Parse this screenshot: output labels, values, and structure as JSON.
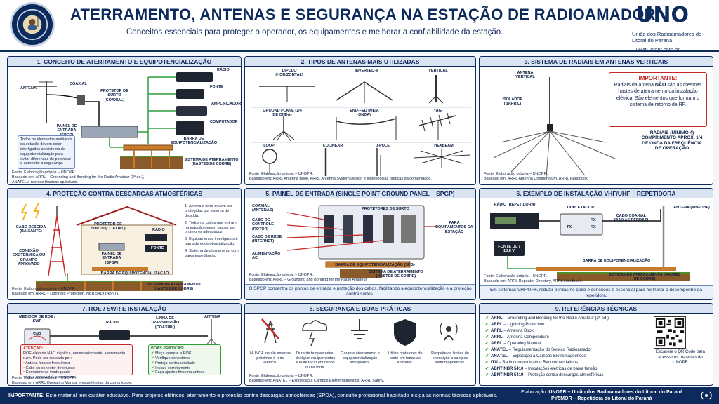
{
  "header": {
    "logo_text": "UNIÃO DOS RADIOAMADORES DO LITORAL DO PARANÁ",
    "title": "ATERRAMENTO, ANTENAS E SEGURANÇA NA ESTAÇÃO DE RADIOAMADOR",
    "subtitle": "Conceitos essenciais para proteger o operador, os equipamentos e melhorar a confiabilidade da estação.",
    "brand": "UNO",
    "brand_sub1": "União dos Radioamadores do",
    "brand_sub2": "Litoral do Paraná",
    "brand_url": "www.unopr.com.br"
  },
  "p1": {
    "title": "1. CONCEITO DE ATERRAMENTO E EQUIPOTENCIALIZAÇÃO",
    "antena": "ANTENA",
    "coaxial": "COAXIAL",
    "protetor": "PROTETOR DE SURTO (COAXIAL)",
    "radio": "RÁDIO",
    "fonte": "FONTE",
    "amplificador": "AMPLIFICADOR",
    "computador": "COMPUTADOR",
    "painel": "PAINEL DE ENTRADA (SPGP)",
    "barra": "BARRA DE EQUIPOTENCIALIZAÇÃO",
    "sistema": "SISTEMA DE ATERRAMENTO (HASTES DE COBRE)",
    "note": "Todos os elementos metálicos da estação devem estar interligados ao sistema de equipotencialização para evitar diferenças de potencial e aumentar a segurança.",
    "source1": "Fonte: Elaboração própria – UNOPR.",
    "source2": "Baseado em: ARRL – Grounding and Bonding for the Radio Amateur (2ª ed.), ANATEL e normas técnicas aplicáveis."
  },
  "p2": {
    "title": "2. TIPOS DE ANTENAS MAIS UTILIZADAS",
    "a1": "DIPOLO (HORIZONTAL)",
    "a2": "INVERTED-V",
    "a3": "VERTICAL",
    "a4": "GROUND PLANE (1/4 DE ONDA)",
    "a5": "END-FED (MEIA ONDA)",
    "a6": "YAGI",
    "a7": "LOOP",
    "a8": "COLINEAR",
    "a9": "J-POLE",
    "a10": "HEXBEAM",
    "source1": "Fonte: Elaboração própria – UNOPR.",
    "source2": "Baseado em: ARRL Antenna Book, ARRL Antenna System Design e experiências práticas da comunidade."
  },
  "p3": {
    "title": "3. SISTEMA DE RADIAIS EM ANTENAS VERTICAIS",
    "antena": "ANTENA VERTICAL",
    "isolador": "ISOLADOR (BARRIL)",
    "imp_head": "IMPORTANTE:",
    "imp_text_a": "Radiais da antena ",
    "imp_bold": "NÃO",
    "imp_text_b": " são as mesmas hastes de aterramento da instalação elétrica. São elementos que formam o sistema de retorno de RF.",
    "radiais": "RADIAIS (MÍNIMO 4) COMPRIMENTO APROX. 1/4 DE ONDA DA FREQUÊNCIA DE OPERAÇÃO",
    "source1": "Fonte: Elaboração própria – UNOPR.",
    "source2": "Baseado em: ARRL Antenna Compendium, ARRL Handbook."
  },
  "p4": {
    "title": "4. PROTEÇÃO CONTRA DESCARGAS ATMOSFÉRICAS",
    "cabo": "CABO DESCIDA (BAIXANTE)",
    "conexao": "CONEXÃO EXOTÉRMICA OU GRAMPO APROVADO",
    "protetor": "PROTETOR DE SURTO (COAXIAL)",
    "radio": "RÁDIO",
    "painel": "PAINEL DE ENTRADA (SPGP)",
    "fonte": "FONTE",
    "barra": "BARRA DE EQUIPOTENCIALIZAÇÃO",
    "sistema": "SISTEMA DE ATERRAMENTO (HASTES DE COBRE)",
    "items": [
      "Antena e torre devem ser protegidas por sistema de descida.",
      "Todos os cabos que entram na estação devem passar por protetores adequados.",
      "Equipamentos interligados à barra de equipotencialização.",
      "Sistema de aterramento com baixa impedância."
    ],
    "source1": "Fonte: Elaboração própria – UNOPR.",
    "source2": "Baseado em: ARRL – Lightning Protection, NBR 5419 (ABNT)."
  },
  "p5": {
    "title": "5. PAINEL DE ENTRADA (SINGLE POINT GROUND PANEL – SPGP)",
    "protetores": "PROTETORES DE SURTO",
    "in1": "COAXIAL (ANTENAS)",
    "in2": "CABO DE CONTROLE (ROTOR)",
    "in3": "CABO DE REDE (INTERNET)",
    "in4": "ALIMENTAÇÃO AC",
    "para": "PARA EQUIPAMENTOS DA ESTAÇÃO",
    "barra": "BARRA DE EQUIPOTENCIALIZAÇÃO (SPG)",
    "sistema": "SISTEMA DE ATERRAMENTO (HASTES DE COBRE)",
    "source1": "Fonte: Elaboração própria – UNOPR.",
    "source2": "Baseado em: ARRL – Grounding and Bonding for the Radio Amateur.",
    "caption": "O SPGP concentra os pontos de entrada e proteção dos cabos, facilitando a equipotencialização e a proteção contra surtos."
  },
  "p6": {
    "title": "6. EXEMPLO DE INSTALAÇÃO VHF/UHF – REPETIDORA",
    "radio": "RÁDIO (REPETIDORA)",
    "duplexador": "DUPLEXADOR",
    "cabo": "CABO COAXIAL (BAIXAS PERDAS)",
    "antena": "ANTENA (VHF/UHF)",
    "rx": "RX",
    "tx": "TX",
    "fonte": "FONTE DC / 13,8 V",
    "barra": "BARRA DE EQUIPOTENCIALIZAÇÃO",
    "sistema": "SISTEMA DE ATERRAMENTO (HASTES DE COBRE)",
    "source1": "Fonte: Elaboração própria – UNOPR.",
    "source2": "Baseado em: ARRL Repeater Directory, ARRL Handbook.",
    "caption": "Em sistemas VHF/UHF, reduzir perdas no cabo e conexões é essencial para melhorar o desempenho da repetidora."
  },
  "p7": {
    "title": "7. ROE / SWR E INSTALAÇÃO",
    "medidor": "MEDIDOR DE ROE / SWR",
    "radio": "RÁDIO",
    "linha": "LINHA DE TRANSMISSÃO (COAXIAL)",
    "antena": "ANTENA",
    "swr": "SWR",
    "att_head": "ATENÇÃO:",
    "att_text": "ROE elevada NÃO significa, necessariamente, aterramento ruim. Pode ser causada por:",
    "att_items": [
      "Antena fora de frequência",
      "Cabo ou conector defeituoso",
      "Comprimento inadequado",
      "Água no coaxial, entre outros."
    ],
    "bp_head": "BOAS PRÁTICAS:",
    "bp_items": [
      "Meça sempre a ROE",
      "Verifique conectores",
      "Proteja contra umidade",
      "Instale corretamente",
      "Faça ajustes finos na antena"
    ],
    "source1": "Fonte: Elaboração própria – UNOPR.",
    "source2": "Baseado em: ARRL Operating Manual e experiências da comunidade."
  },
  "p8": {
    "title": "8. SEGURANÇA E BOAS PRÁTICAS",
    "items": [
      "NUNCA instale antenas próximas à rede elétrica.",
      "Durante tempestades, desligue equipamentos e evite tocar em cabos ou na torre.",
      "Garanta aterramento e equipotencialização adequados.",
      "Utilize protetores de surto em todas as entradas.",
      "Respeite os limites de exposição a campos eletromagnéticos."
    ],
    "source1": "Fonte: Elaboração própria – UNOPR.",
    "source2": "Baseado em: ANATEL – Exposição a Campos Eletromagnéticos, ARRL Safety."
  },
  "p9": {
    "title": "9. REFERÊNCIAS TÉCNICAS",
    "refs": [
      {
        "org": "ARRL",
        "text": "– Grounding and Bonding for the Radio Amateur (2ª ed.)"
      },
      {
        "org": "ARRL",
        "text": "– Lightning Protection"
      },
      {
        "org": "ARRL",
        "text": "– Antenna Book"
      },
      {
        "org": "ARRL",
        "text": "– Antenna Compendium"
      },
      {
        "org": "ARRL",
        "text": "– Operating Manual"
      },
      {
        "org": "ANATEL",
        "text": "– Regulamentação do Serviço Radioamador"
      },
      {
        "org": "ANATEL",
        "text": "– Exposição a Campos Eletromagnéticos"
      },
      {
        "org": "ITU",
        "text": "– Radiocommunication Recommendations"
      },
      {
        "org": "ABNT NBR 5410",
        "text": "– Instalações elétricas de baixa tensão"
      },
      {
        "org": "ABNT NBR 5419",
        "text": "– Proteção contra descargas atmosféricas"
      }
    ],
    "qr_caption": "Escaneie o QR Code para acessar os materiais do UNOPR"
  },
  "footer": {
    "imp_label": "IMPORTANTE:",
    "imp_text": "Este material tem caráter educativo. Para projetos elétricos, aterramento e proteção contra descargas atmosféricas (SPDA), consulte profissional habilitado e siga as normas técnicas aplicáveis.",
    "elab_label": "Elaboração:",
    "elab1": "UNOPR – União dos Radioamadores do Litoral do Paraná",
    "elab2": "PY5MOR – Repetidora do Litoral do Paraná"
  },
  "colors": {
    "navy": "#0d2a5c",
    "green": "#2e9e3a",
    "red": "#c62828",
    "copper": "#c77b2b"
  }
}
